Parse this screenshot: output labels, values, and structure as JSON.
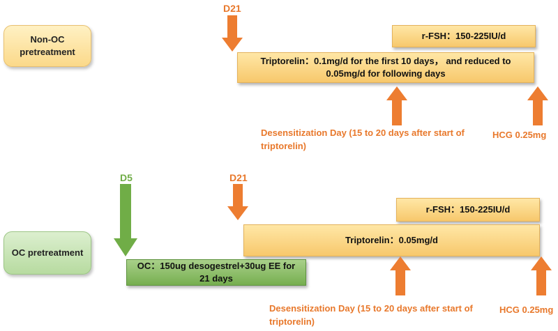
{
  "colors": {
    "orange": "#ed7d31",
    "green": "#70ad47",
    "bar_yellow": "#f7c86c",
    "bar_green": "#76ae4f"
  },
  "top": {
    "group_label": "Non-OC pretreatment",
    "day_marker": "D21",
    "rfsh_bar": "r-FSH：150-225IU/d",
    "triptorelin_bar": "Triptorelin：0.1mg/d for the first 10 days， and reduced to 0.05mg/d for following days",
    "desensitization_note": "Desensitization Day (15 to 20 days after start of triptorelin)",
    "hcg_note": "HCG 0.25mg"
  },
  "bottom": {
    "group_label": "OC pretreatment",
    "oc_day_marker": "D5",
    "day_marker": "D21",
    "rfsh_bar": "r-FSH：150-225IU/d",
    "triptorelin_bar": "Triptorelin：0.05mg/d",
    "oc_bar": "OC：150ug desogestrel+30ug EE for 21 days",
    "desensitization_note": "Desensitization Day (15 to 20 days after start of triptorelin)",
    "hcg_note": "HCG 0.25mg"
  }
}
